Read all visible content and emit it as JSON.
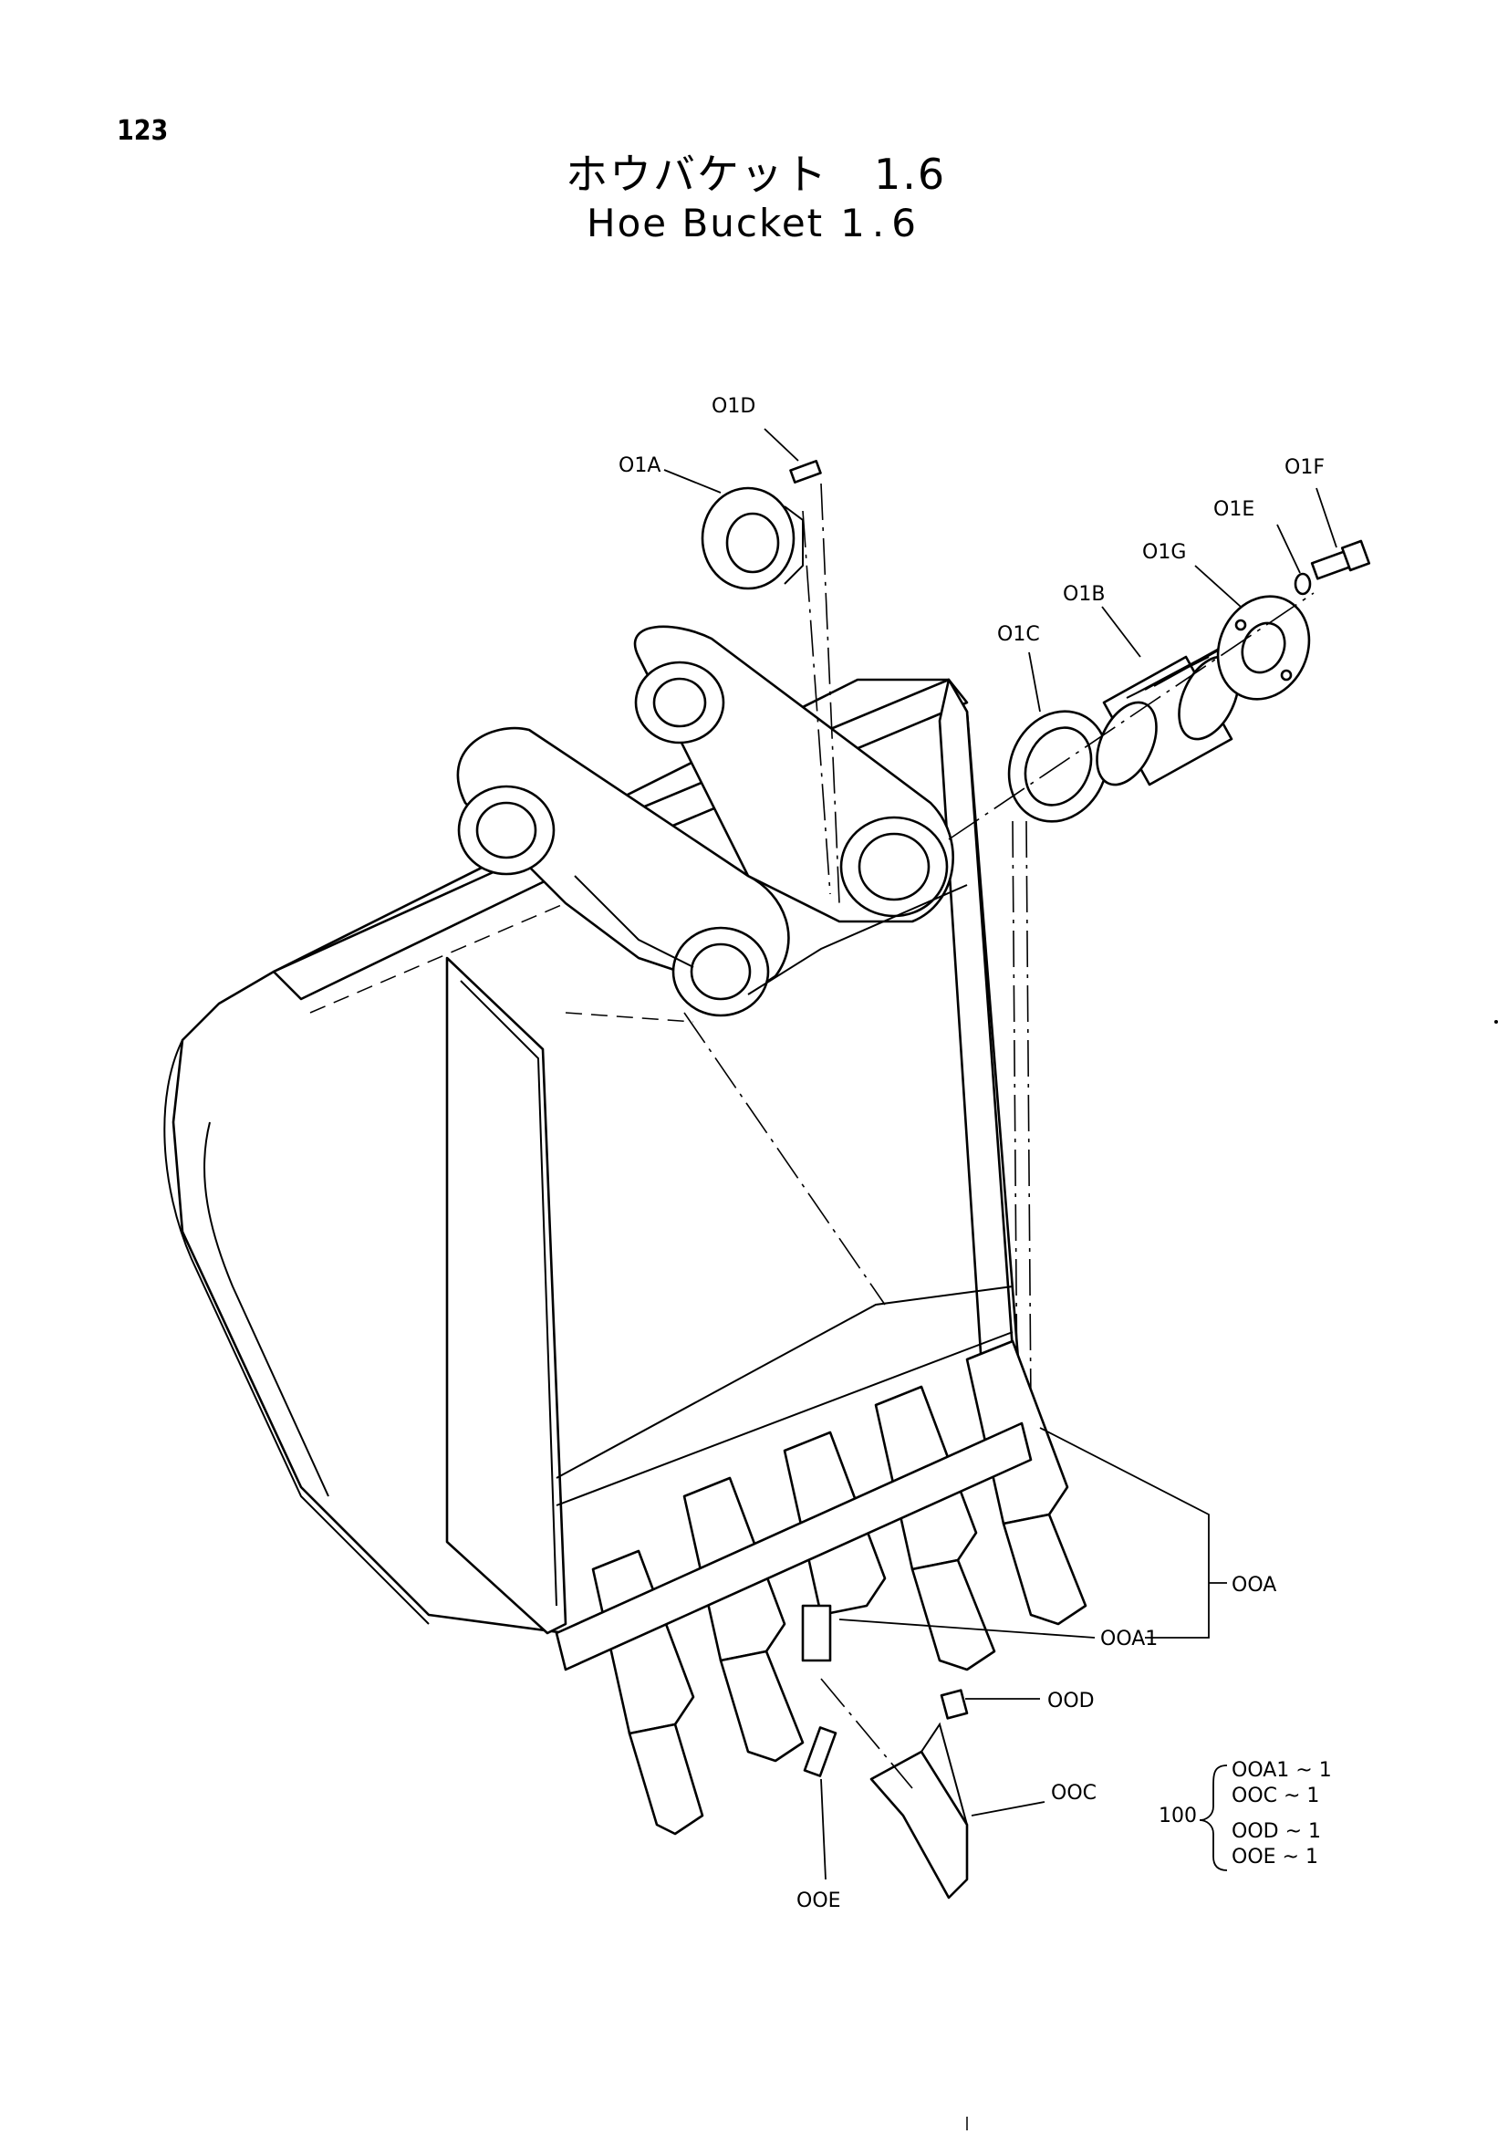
{
  "page_number": "123",
  "title": {
    "japanese": "ホウバケット",
    "japanese_size": "1.6",
    "english": "Hoe Bucket",
    "english_size": "1.6"
  },
  "labels": {
    "p01D": "O1D",
    "p01A": "O1A",
    "p01F": "O1F",
    "p01E": "O1E",
    "p01G": "O1G",
    "p01B": "O1B",
    "p01C": "O1C",
    "p00A": "OOA",
    "p00A1": "OOA1",
    "p00D": "OOD",
    "p00C": "OOC",
    "p00E": "OOE"
  },
  "kit": {
    "number": "100",
    "items": [
      "OOA1 ~ 1",
      "OOC  ~ 1",
      "OOD ~ 1",
      "OOE ~ 1"
    ]
  }
}
